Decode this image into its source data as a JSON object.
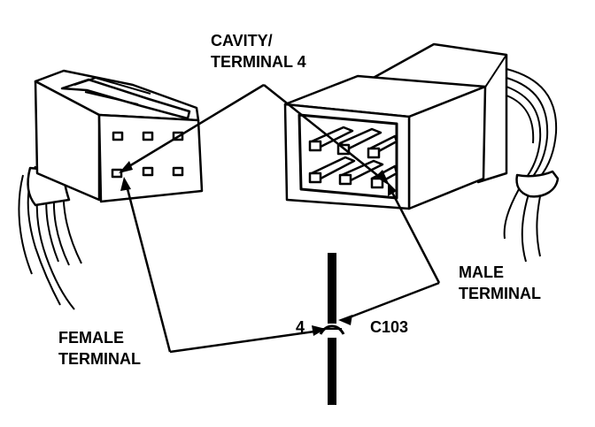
{
  "labels": {
    "cavity_line1": "CAVITY/",
    "cavity_line2": "TERMINAL 4",
    "male_line1": "MALE",
    "male_line2": "TERMINAL",
    "female_line1": "FEMALE",
    "female_line2": "TERMINAL",
    "pin_number": "4",
    "connector_id": "C103"
  },
  "colors": {
    "ink": "#000000",
    "paper": "#ffffff"
  }
}
